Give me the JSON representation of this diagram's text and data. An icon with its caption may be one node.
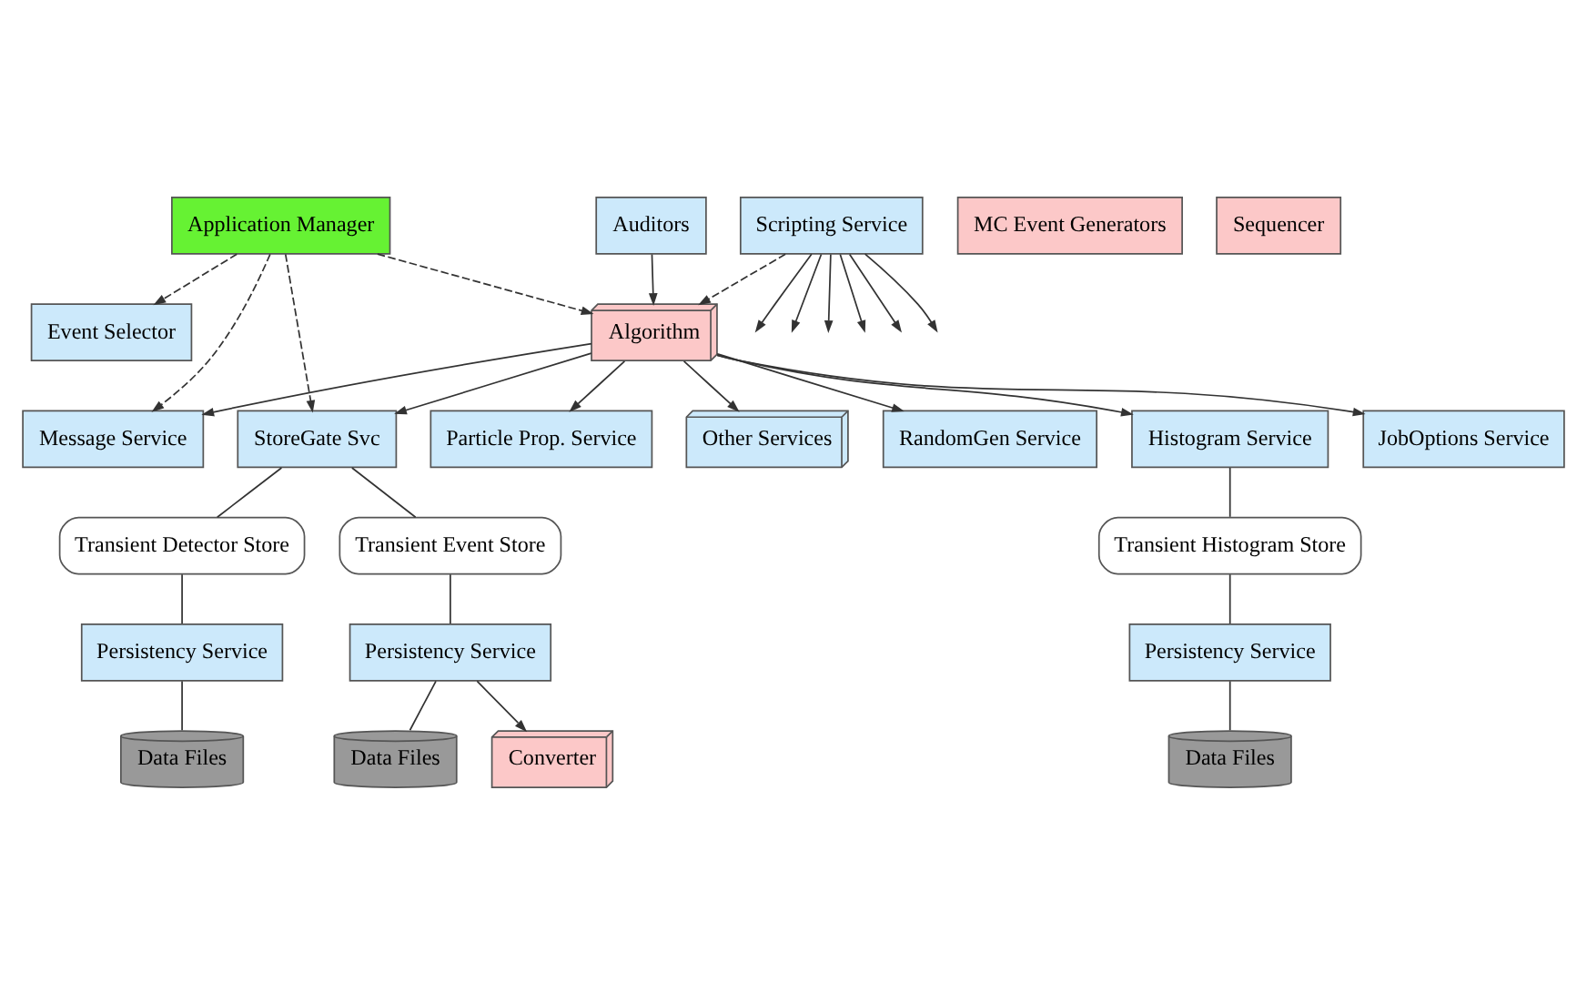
{
  "diagram": {
    "nodes": [
      {
        "text": [
          "Application Manager"
        ]
      },
      {
        "text": [
          "Event Selector"
        ]
      },
      {
        "text": [
          "Message Service"
        ]
      },
      {
        "text": [
          "StoreGate Svc"
        ]
      },
      {
        "text": [
          "JobOptions Service"
        ]
      },
      {
        "text": [
          "Algorithm"
        ]
      },
      {
        "text": [
          "MC Event Generators"
        ]
      },
      {
        "text": [
          "Particle Prop. Service"
        ]
      },
      {
        "text": [
          "Sequencer"
        ]
      },
      {
        "text": [
          "Other Services"
        ]
      },
      {
        "text": [
          "RandomGen Service"
        ]
      },
      {
        "text": [
          "Auditors"
        ]
      },
      {
        "text": [
          "Histogram Service"
        ]
      },
      {
        "text": [
          "Scripting Service"
        ]
      },
      {
        "text": [
          "Transient Event Store"
        ]
      },
      {
        "text": [
          "Transient Detector Store"
        ]
      },
      {
        "text": [
          "Transient Histogram Store"
        ]
      },
      {
        "text": [
          "Converter"
        ]
      },
      {
        "text": [
          "Persistency Service"
        ]
      },
      {
        "text": [
          "Data Files"
        ]
      },
      {
        "text": [
          "Persistency Service"
        ]
      },
      {
        "text": [
          "Data Files"
        ]
      },
      {
        "text": [
          "Persistency Service"
        ]
      },
      {
        "text": [
          "Data Files"
        ]
      }
    ],
    "edges": [
      {
        "from": 0,
        "to": 1,
        "arrow": "to",
        "style": "dashed"
      },
      {
        "from": 0,
        "to": 2,
        "arrow": "to",
        "style": "dashed"
      },
      {
        "from": 0,
        "to": 5,
        "arrow": "to",
        "style": "dashed"
      },
      {
        "from": 0,
        "to": 3,
        "arrow": "to",
        "style": "dashed"
      },
      {
        "from": 5,
        "to": 2,
        "arrow": "to"
      },
      {
        "from": 5,
        "to": 3,
        "arrow": "to"
      },
      {
        "from": 5,
        "to": 4,
        "arrow": "to"
      },
      {
        "from": 5,
        "to": 7,
        "arrow": "to"
      },
      {
        "from": 5,
        "to": 9,
        "arrow": "to"
      },
      {
        "from": 11,
        "to": 5,
        "arrow": "to"
      },
      {
        "from": 13,
        "to": 5,
        "arrow": "to",
        "style": "dashed"
      },
      {
        "from": 5,
        "to": 10,
        "arrow": "to"
      },
      {
        "from": 5,
        "to": 12,
        "arrow": "to"
      },
      {
        "from": 13,
        "to": null,
        "arrow": "to"
      },
      {
        "from": 13,
        "to": null,
        "arrow": "to"
      },
      {
        "from": 13,
        "to": null,
        "arrow": "to"
      },
      {
        "from": 13,
        "to": null,
        "arrow": "to"
      },
      {
        "from": 13,
        "to": null,
        "arrow": "to"
      },
      {
        "from": 13,
        "to": null,
        "arrow": "to"
      },
      {
        "from": 3,
        "to": 14,
        "arrow": "none"
      },
      {
        "from": 3,
        "to": 15,
        "arrow": "none"
      },
      {
        "from": 14,
        "to": 18,
        "arrow": "none"
      },
      {
        "from": 18,
        "to": 17,
        "arrow": "to"
      },
      {
        "from": 18,
        "to": 19,
        "arrow": "none"
      },
      {
        "from": 15,
        "to": 20,
        "arrow": "none"
      },
      {
        "from": 20,
        "to": 21,
        "arrow": "none"
      },
      {
        "from": 12,
        "to": 16,
        "arrow": "none"
      },
      {
        "from": 16,
        "to": 22,
        "arrow": "none"
      },
      {
        "from": 22,
        "to": 23,
        "arrow": "none"
      }
    ]
  }
}
